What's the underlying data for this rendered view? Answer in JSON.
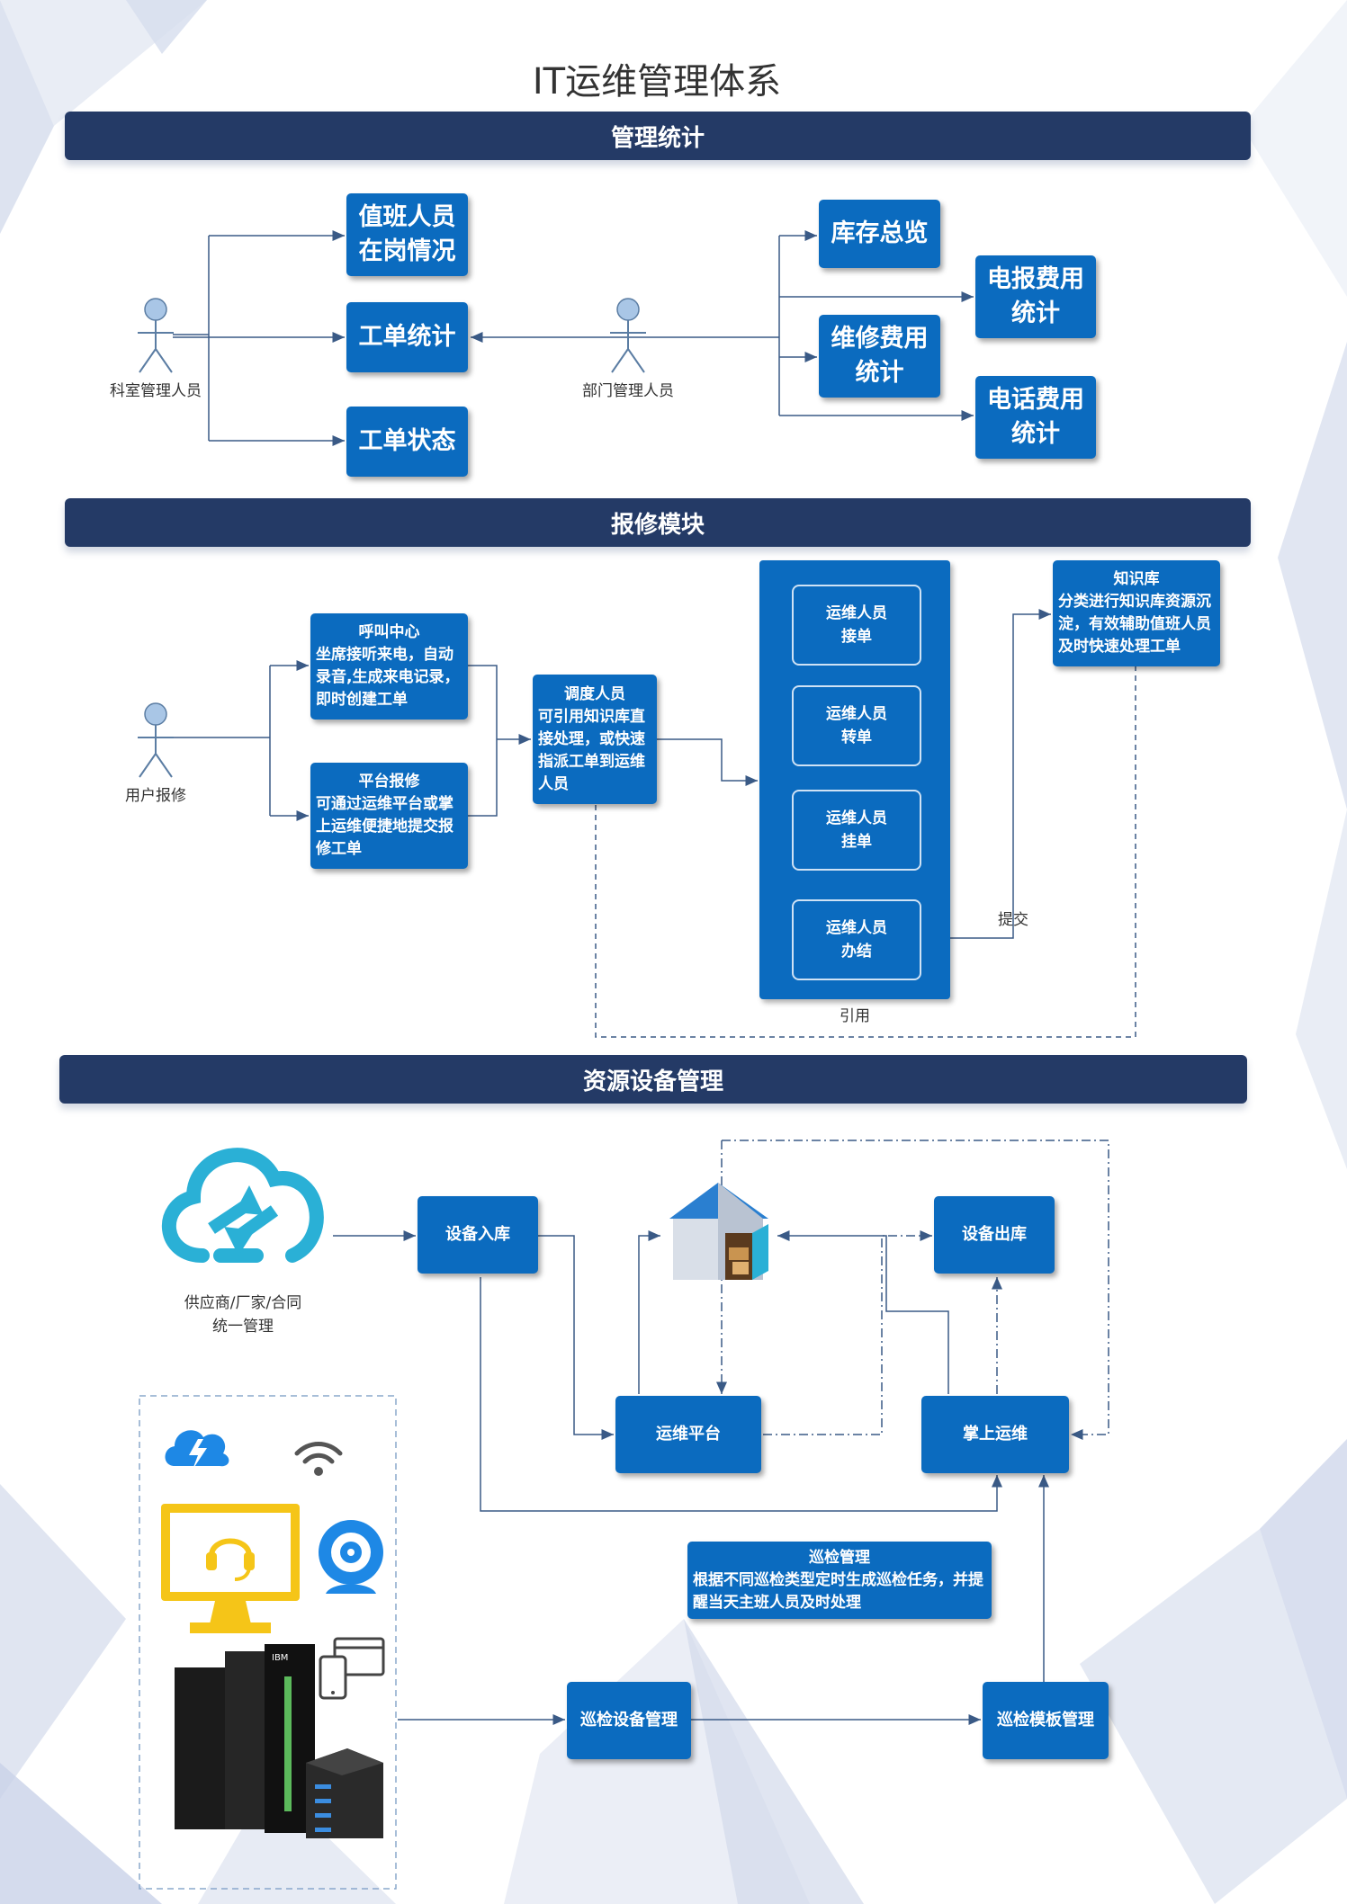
{
  "title": "IT运维管理体系",
  "sections": {
    "stats": "管理统计",
    "repair": "报修模块",
    "resource": "资源设备管理"
  },
  "stats": {
    "actor_left": "科室管理人员",
    "actor_right": "部门管理人员",
    "duty": "值班人员\n在岗情况",
    "ticket_stats": "工单统计",
    "ticket_status": "工单状态",
    "inventory": "库存总览",
    "telegram_fee": "电报费用\n统计",
    "repair_fee": "维修费用\n统计",
    "phone_fee": "电话费用\n统计"
  },
  "repair": {
    "actor": "用户报修",
    "call_center_title": "呼叫中心",
    "call_center_text": "坐席接听来电，自动录音,生成来电记录，即时创建工单",
    "platform_title": "平台报修",
    "platform_text": "可通过运维平台或掌上运维便捷地提交报修工单",
    "dispatcher_title": "调度人员",
    "dispatcher_text": "可引用知识库直接处理，或快速指派工单到运维人员",
    "steps": [
      "运维人员\n接单",
      "运维人员\n转单",
      "运维人员\n挂单",
      "运维人员\n办结"
    ],
    "kb_title": "知识库",
    "kb_text": "分类进行知识库资源沉淀，有效辅助值班人员及时快速处理工单",
    "submit_label": "提交",
    "reference_label": "引用"
  },
  "resource": {
    "supplier_label": "供应商/厂家/合同\n统一管理",
    "storage_in": "设备入库",
    "storage_out": "设备出库",
    "ops_platform": "运维平台",
    "mobile_ops": "掌上运维",
    "inspection_title": "巡检管理",
    "inspection_text": "根据不同巡检类型定时生成巡检任务，并提醒当天主班人员及时处理",
    "inspection_device": "巡检设备管理",
    "inspection_template": "巡检模板管理",
    "server_brand": "IBM"
  },
  "colors": {
    "banner": "#243a66",
    "box": "#0b6bbf",
    "line": "#3a5a86",
    "actor": "#a9c6e6",
    "cloud": "#2ab0d6",
    "monitor": "#f5c518",
    "camera": "#1e88e5"
  }
}
